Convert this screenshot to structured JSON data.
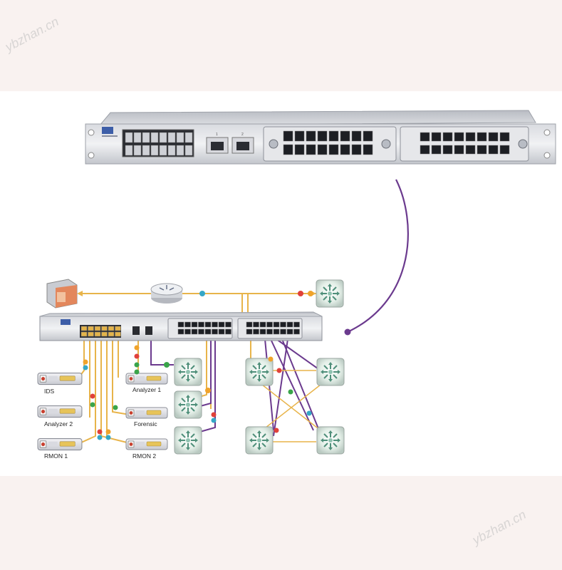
{
  "watermark": "ybzhan.cn",
  "rack_ports_top": [
    "1",
    "2"
  ],
  "devices": {
    "ids": "IDS",
    "analyzer1": "Analyzer 1",
    "analyzer2": "Analyzer 2",
    "forensic": "Forensic",
    "rmon1": "RMON 1",
    "rmon2": "RMON 2"
  },
  "colors": {
    "uplink": "#e8b44a",
    "monitor": "#6b3a8e",
    "dot_red": "#e0413a",
    "dot_green": "#3aa44a",
    "dot_cyan": "#35a7c7",
    "dot_orange": "#f0a32b"
  },
  "icons": {
    "server": "server-icon",
    "router": "router-icon",
    "switch": "switch-icon"
  }
}
